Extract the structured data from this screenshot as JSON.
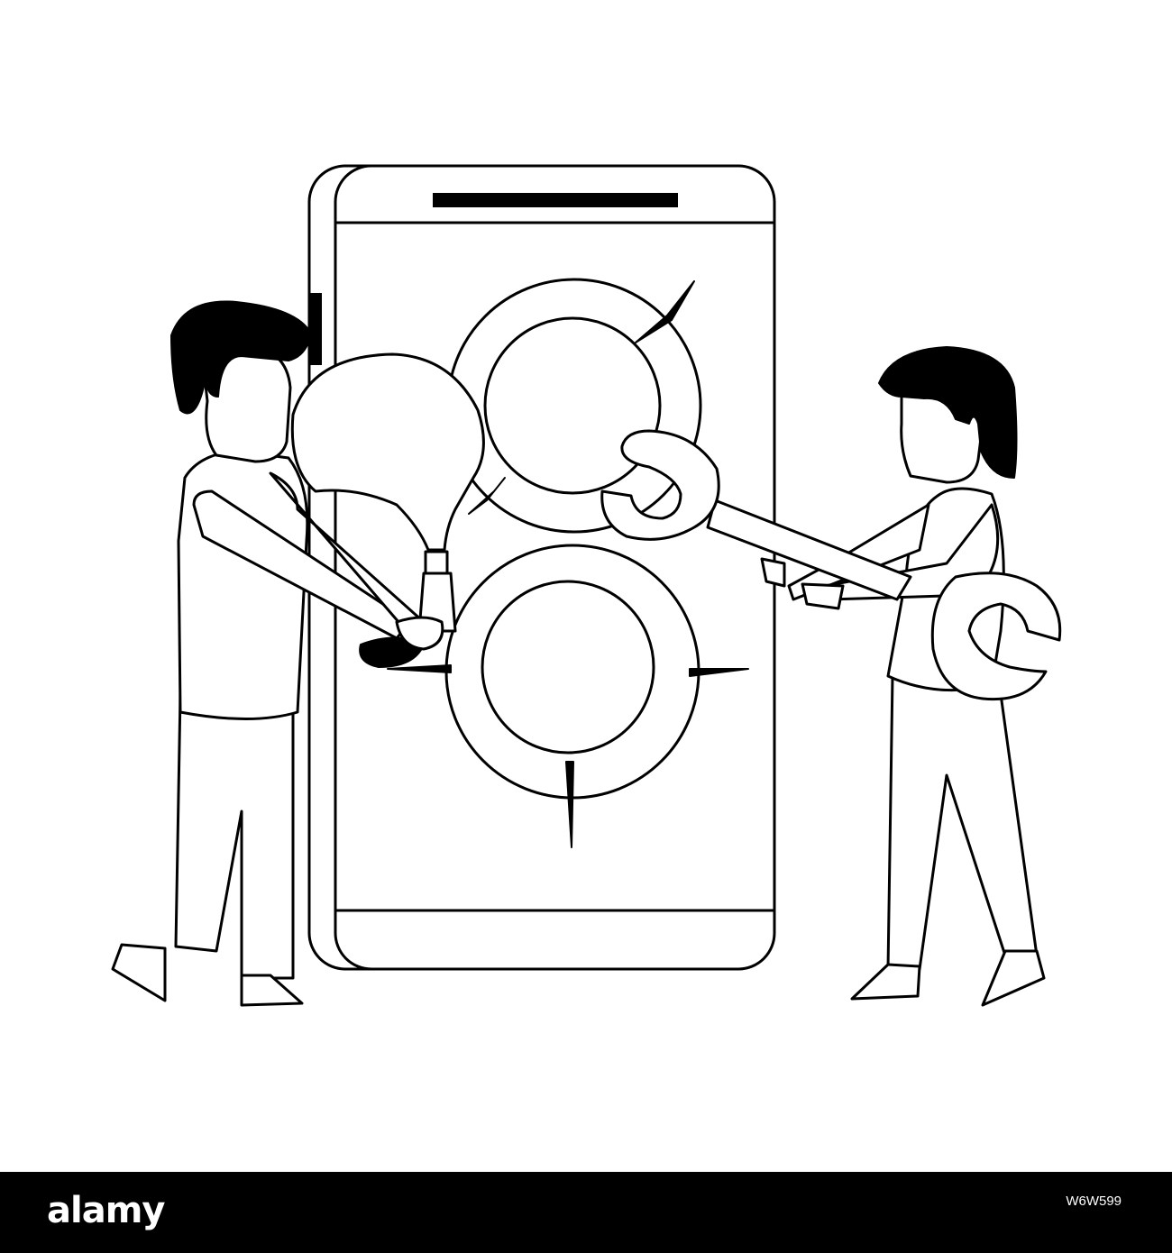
{
  "footer": {
    "logo_text": "alamy",
    "image_id": "W6W599",
    "background_color": "#000000",
    "text_color": "#ffffff"
  },
  "illustration": {
    "style": "black outline on white",
    "stroke_color": "#000000",
    "background_color": "#ffffff",
    "elements": [
      "smartphone-icon",
      "gear-icon",
      "gear-icon",
      "lightbulb-icon",
      "wrench-icon",
      "wrench-icon",
      "person-left",
      "person-right"
    ]
  }
}
